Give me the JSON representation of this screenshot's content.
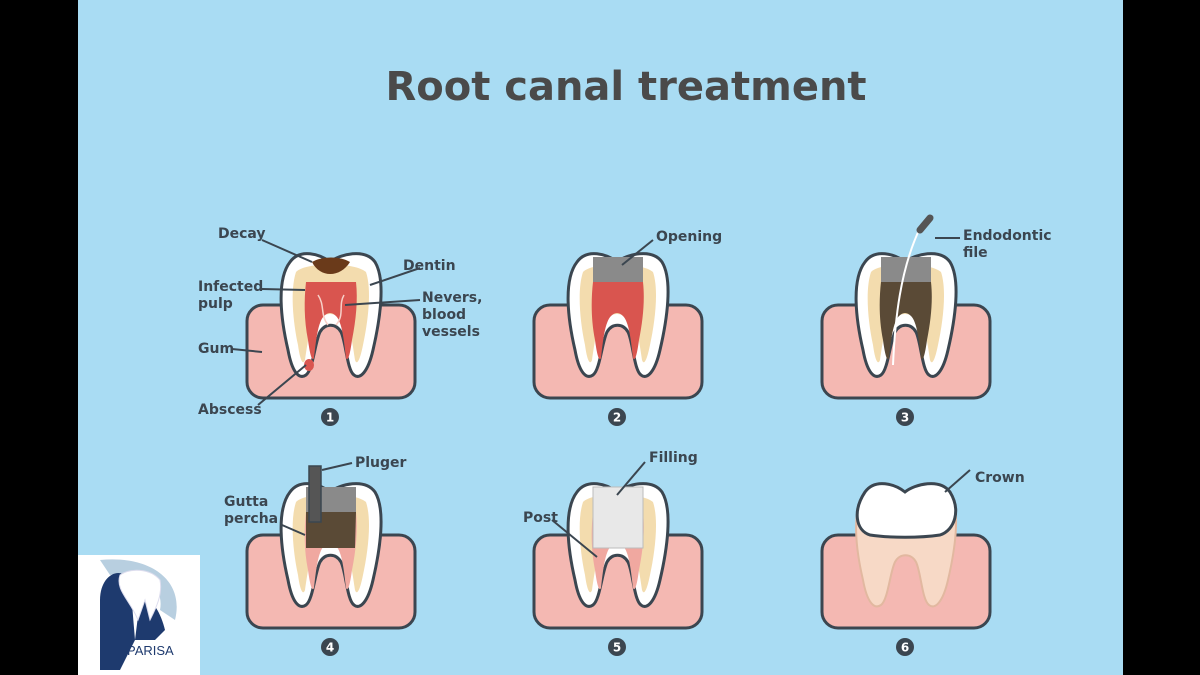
{
  "title": "Root canal treatment",
  "colors": {
    "background": "#a9dcf3",
    "gum": "#f4b8b2",
    "outline": "#3b4650",
    "dentin": "#f3dcae",
    "pulp": "#d9554f",
    "decay": "#6a3a1a",
    "opening": "#8a8a8a",
    "filled": "#5a4a36"
  },
  "steps": [
    {
      "number": "1",
      "labels": {
        "decay": "Decay",
        "dentin": "Dentin",
        "infected_pulp_1": "Infected",
        "infected_pulp_2": "pulp",
        "nerves_1": "Nevers,",
        "nerves_2": "blood",
        "nerves_3": "vessels",
        "gum": "Gum",
        "abscess": "Abscess"
      }
    },
    {
      "number": "2",
      "labels": {
        "opening": "Opening"
      }
    },
    {
      "number": "3",
      "labels": {
        "file_1": "Endodontic",
        "file_2": "file"
      }
    },
    {
      "number": "4",
      "labels": {
        "pluger": "Pluger",
        "gutta_1": "Gutta",
        "gutta_2": "percha"
      }
    },
    {
      "number": "5",
      "labels": {
        "filling": "Filling",
        "post": "Post"
      }
    },
    {
      "number": "6",
      "labels": {
        "crown": "Crown"
      }
    }
  ],
  "logo": {
    "name": "PARISA"
  }
}
